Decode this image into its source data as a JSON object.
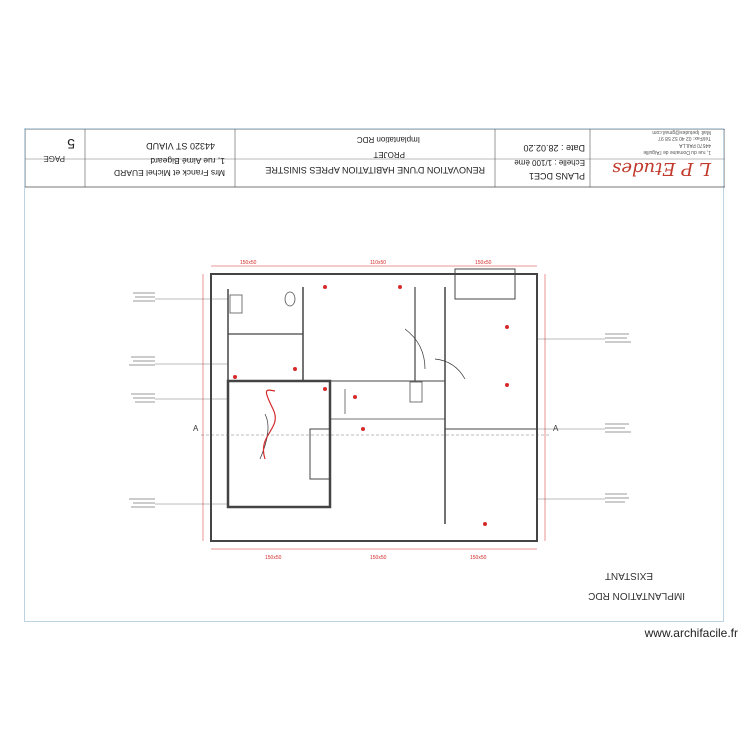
{
  "title_block": {
    "company_logo_text": "L P Etudes",
    "company_address_lines": [
      "1, rue du Domaine de l'Aiguille",
      "44570 PAILLA",
      "Tél/Fax: 02 40 52 58 97",
      "Mail: lpetudes@gmail.com"
    ],
    "plan_ref": "PLANS DCE1",
    "scale": "Echelle : 1/100 ème",
    "date": "Date : 28.02.20",
    "project_title": "RENOVATION D'UNE HABITATION APRES SINISTRE",
    "project_status": "PROJET",
    "project_subtitle": "Implantation RDC",
    "client_name": "Mrs Franck et Michel EUARD",
    "client_address": "1, rue Aimé Bigeard",
    "client_city": "44320 ST VIAUD",
    "page_label": "PAGE",
    "page_number": "5"
  },
  "drawing_labels": {
    "section_mark": "A",
    "existing_label": "EXISTANT",
    "implantation_label": "IMPLANTATION RDC"
  },
  "dimensions": {
    "top": [
      "150x50",
      "110x50",
      "150x50"
    ],
    "bottom": [
      "150x50",
      "150x50",
      "150x50"
    ]
  },
  "colors": {
    "wall": "#444444",
    "dimension": "#d42a2a",
    "sheet_border": "#bcd3e3",
    "logo_red": "#c0392b",
    "annotation": "#555555"
  },
  "watermark": "www.archifacile.fr"
}
